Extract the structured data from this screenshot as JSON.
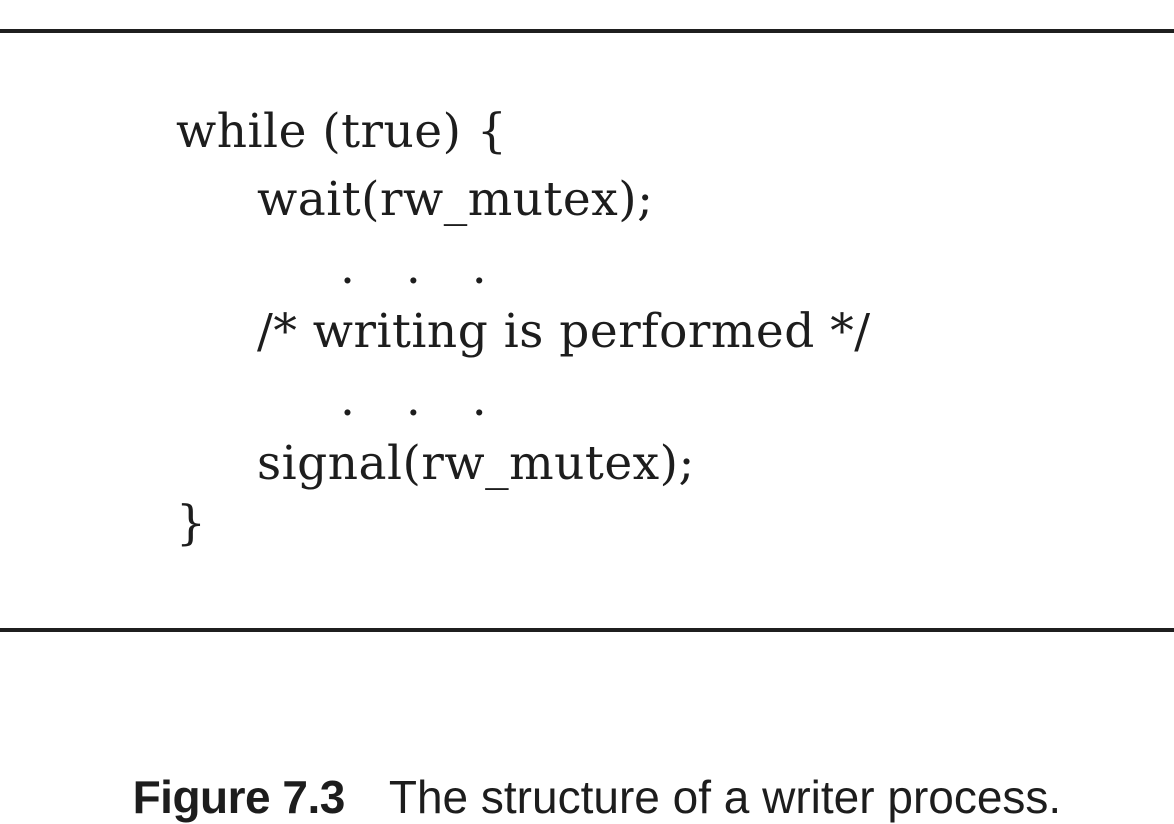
{
  "code": {
    "lines": [
      "while (true) {",
      "wait(rw_mutex);",
      ". . .",
      "/* writing is performed */",
      ". . .",
      "signal(rw_mutex);",
      "}"
    ]
  },
  "caption": {
    "label": "Figure 7.3",
    "text": "The structure of a writer process."
  }
}
